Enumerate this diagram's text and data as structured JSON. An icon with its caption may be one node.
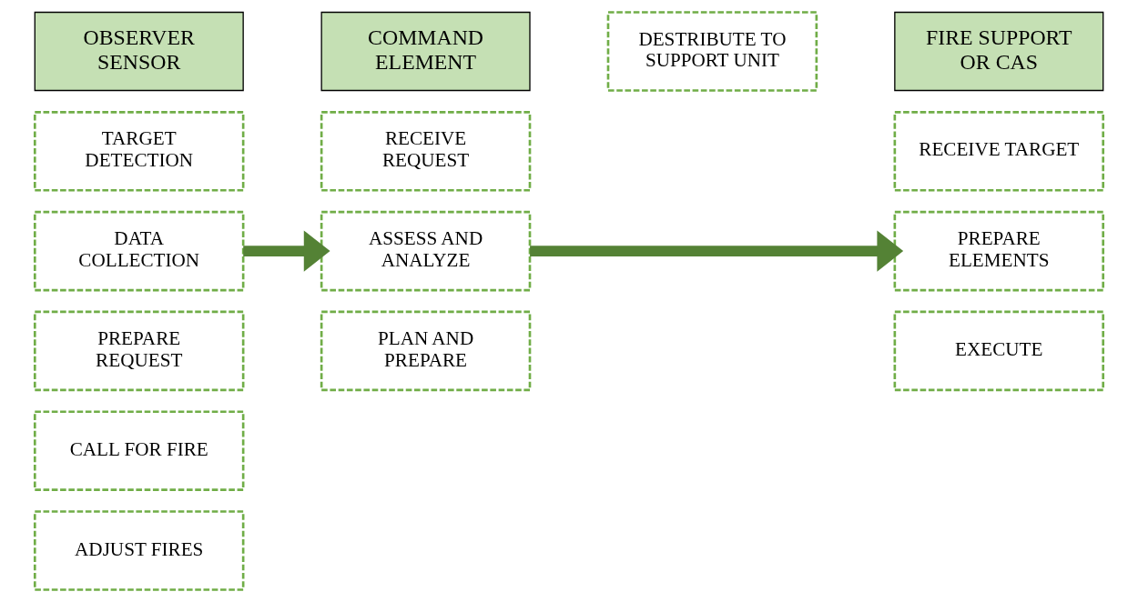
{
  "diagram": {
    "nodes": [
      {
        "text": [
          "OBSERVER SENSOR"
        ]
      },
      {
        "text": [
          "TARGET DETECTION"
        ]
      },
      {
        "text": [
          "DATA COLLECTION"
        ]
      },
      {
        "text": [
          "PREPARE REQUEST"
        ]
      },
      {
        "text": [
          "CALL FOR FIRE"
        ]
      },
      {
        "text": [
          "ADJUST FIRES"
        ]
      },
      {
        "text": [
          "COMMAND ELEMENT"
        ]
      },
      {
        "text": [
          "RECEIVE REQUEST"
        ]
      },
      {
        "text": [
          "ASSESS AND ANALYZE"
        ]
      },
      {
        "text": [
          "PLAN AND PREPARE"
        ]
      },
      {
        "text": [
          "DESTRIBUTE TO SUPPORT UNIT"
        ]
      },
      {
        "text": [
          "FIRE SUPPORT OR CAS"
        ]
      },
      {
        "text": [
          "RECEIVE TARGET"
        ]
      },
      {
        "text": [
          "PREPARE ELEMENTS"
        ]
      },
      {
        "text": [
          "EXECUTE"
        ]
      }
    ],
    "edges": [
      {
        "from": 2,
        "to": 8,
        "arrow": "to"
      },
      {
        "from": 8,
        "to": 13,
        "arrow": "to"
      }
    ]
  }
}
